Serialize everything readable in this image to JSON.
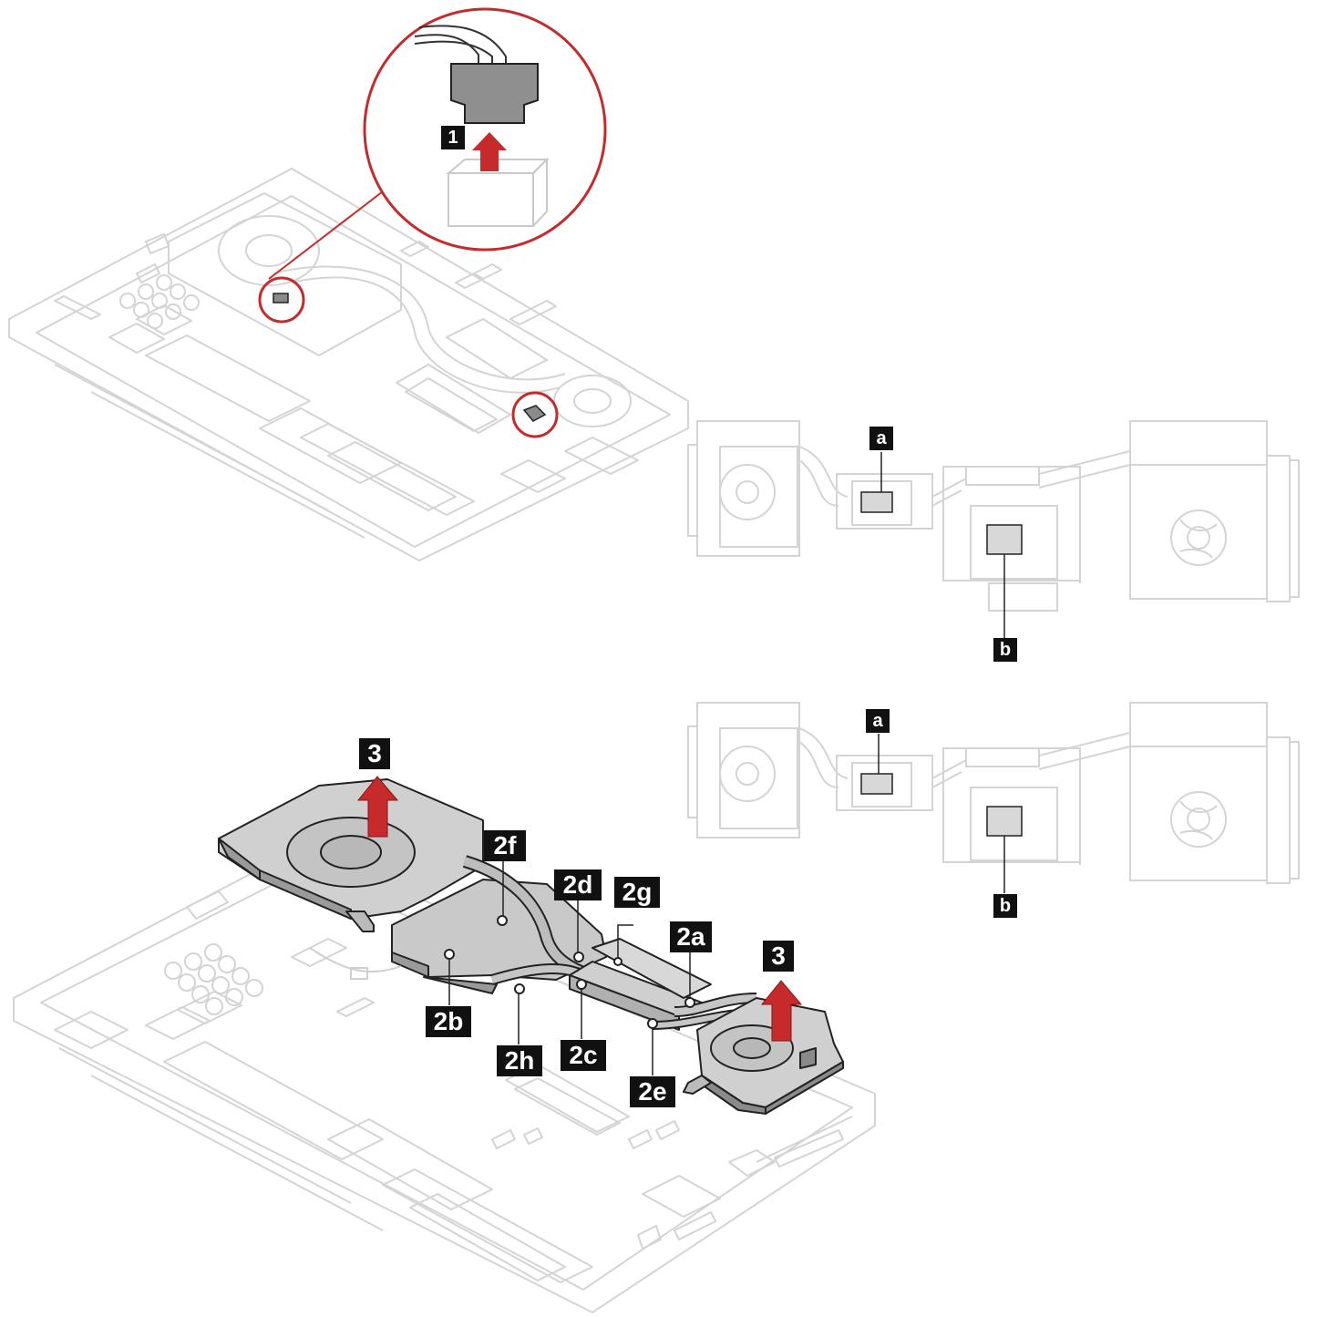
{
  "colors": {
    "line_gray": "#d4d4d4",
    "line_dark": "#222222",
    "part_gray": "#cfcfcf",
    "part_dark": "#8a8a8a",
    "accent_red": "#c62a2a",
    "label_bg": "#111111",
    "label_text": "#ffffff"
  },
  "icons": {
    "arrow": "red-up-arrow",
    "connector": "cable-connector"
  },
  "step1": {
    "label": "1"
  },
  "top_pad_diagram": {
    "label_a": "a",
    "label_b": "b"
  },
  "bottom_pad_diagram": {
    "label_a": "a",
    "label_b": "b"
  },
  "step2": {
    "screws": [
      {
        "label": "2a"
      },
      {
        "label": "2b"
      },
      {
        "label": "2c"
      },
      {
        "label": "2d"
      },
      {
        "label": "2e"
      },
      {
        "label": "2f"
      },
      {
        "label": "2g"
      },
      {
        "label": "2h"
      }
    ]
  },
  "step3": {
    "label_left": "3",
    "label_right": "3"
  }
}
